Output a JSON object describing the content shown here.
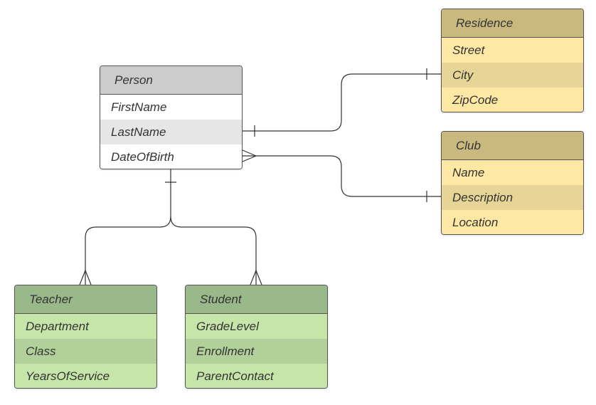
{
  "entities": {
    "person": {
      "title": "Person",
      "fields": [
        "FirstName",
        "LastName",
        "DateOfBirth"
      ]
    },
    "residence": {
      "title": "Residence",
      "fields": [
        "Street",
        "City",
        "ZipCode"
      ]
    },
    "club": {
      "title": "Club",
      "fields": [
        "Name",
        "Description",
        "Location"
      ]
    },
    "teacher": {
      "title": "Teacher",
      "fields": [
        "Department",
        "Class",
        "YearsOfService"
      ]
    },
    "student": {
      "title": "Student",
      "fields": [
        "GradeLevel",
        "Enrollment",
        "ParentContact"
      ]
    }
  },
  "relationships": [
    {
      "from": "person.LastName",
      "to": "residence.City",
      "from_end": "one",
      "to_end": "one"
    },
    {
      "from": "person.DateOfBirth",
      "to": "club.Description",
      "from_end": "many",
      "to_end": "one"
    },
    {
      "from": "person",
      "to": "teacher",
      "from_end": "one",
      "to_end": "many"
    },
    {
      "from": "person",
      "to": "student",
      "from_end": "one",
      "to_end": "many"
    }
  ],
  "colors": {
    "line": "#333333",
    "person_header": "#cccccc",
    "residence_club_header": "#c9b97e",
    "residence_club_row": "#ffe8a3",
    "teacher_student_header": "#9ab98a",
    "teacher_student_row": "#c6e6a9"
  }
}
